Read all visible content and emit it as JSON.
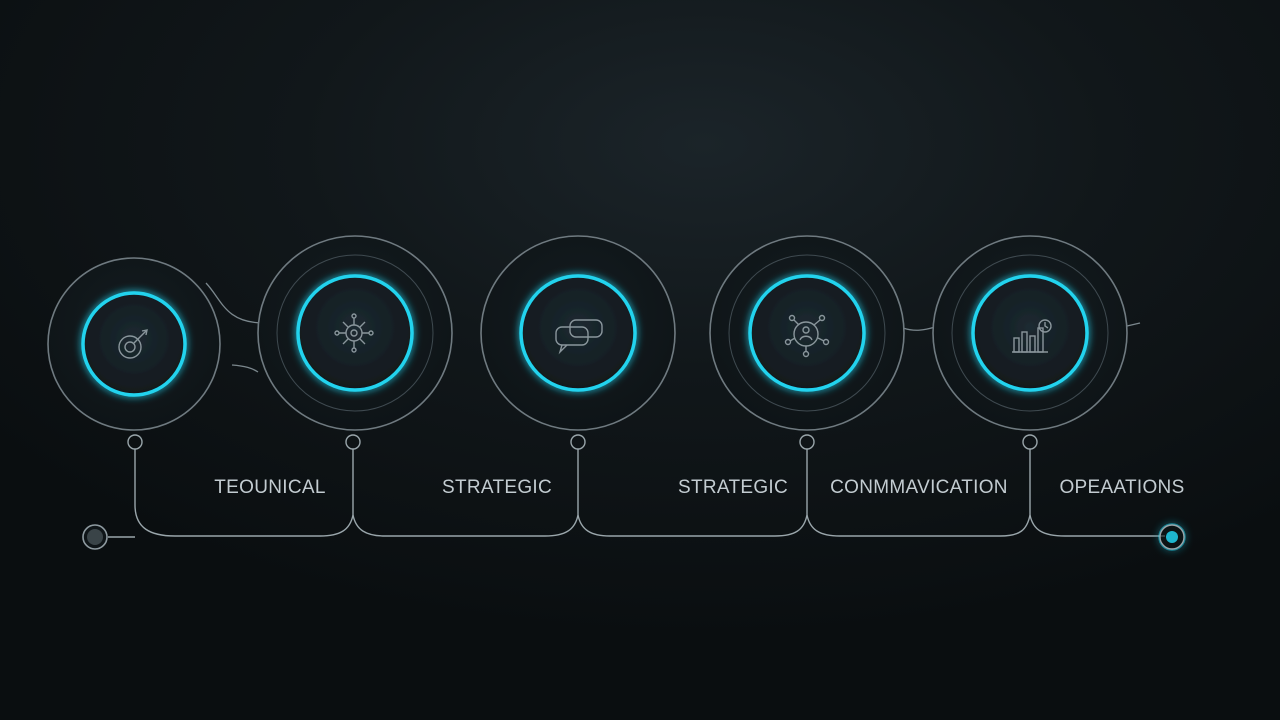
{
  "steps": [
    {
      "label": "TEOUNICAL",
      "icon": "target-icon"
    },
    {
      "label": "STRATEGIC",
      "icon": "network-gear-icon"
    },
    {
      "label": "STRATEGIC",
      "icon": "chat-bubbles-icon"
    },
    {
      "label": "CONMMAVICATION",
      "icon": "team-network-icon"
    },
    {
      "label": "OPEAATIONS",
      "icon": "bar-chart-icon"
    }
  ],
  "colors": {
    "background": "#0c1114",
    "accent": "#22d3ee",
    "ring": "#7b878d",
    "text": "#c3ccd1"
  }
}
